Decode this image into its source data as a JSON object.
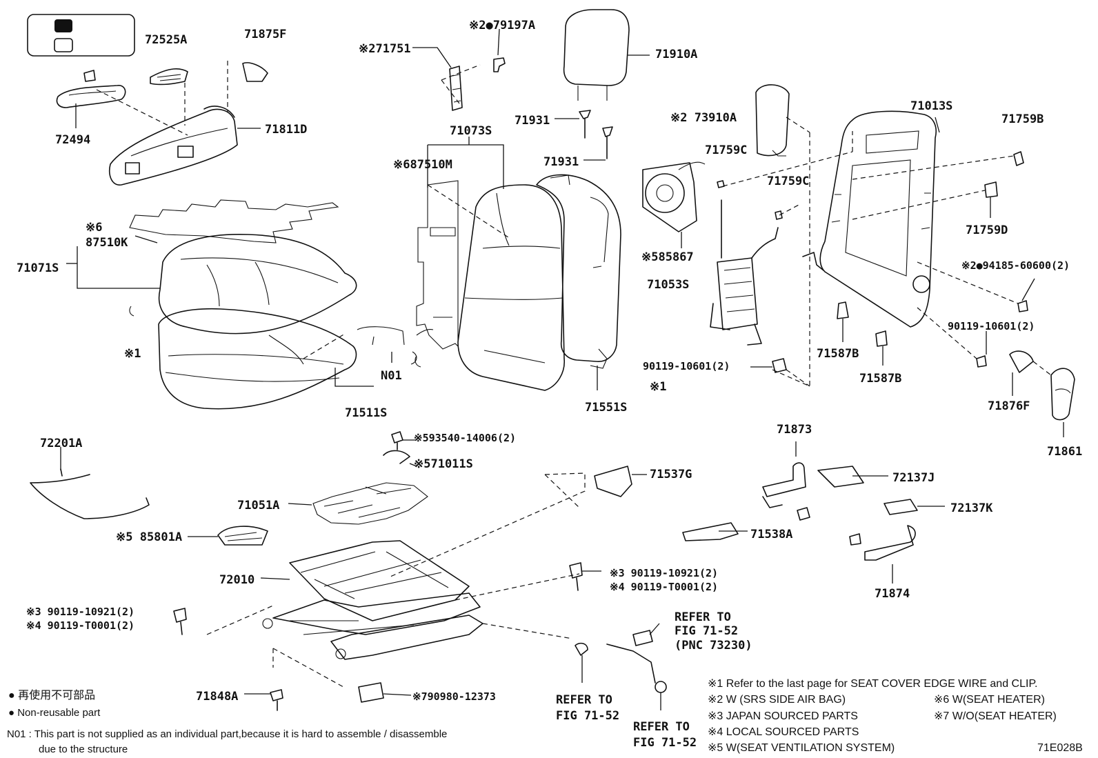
{
  "parts": {
    "p72525A": "72525A",
    "p71875F": "71875F",
    "p72494": "72494",
    "p71811D": "71811D",
    "p79197A": "※2●79197A",
    "p71751": "※271751",
    "p71910A": "71910A",
    "p71073S": "71073S",
    "p87510M": "※687510M",
    "p71931a": "71931",
    "p71931b": "71931",
    "p73910A": "※2 73910A",
    "p71013S": "71013S",
    "p71759B": "71759B",
    "p71759Ca": "71759C",
    "p71759Cb": "71759C",
    "p71759D": "71759D",
    "p87510K1": "※6",
    "p87510K": "87510K",
    "p71071S": "71071S",
    "p85867": "※585867",
    "p71053S": "71053S",
    "p94185": "※2●94185-60600(2)",
    "p90119a": "90119-10601(2)",
    "p90119b": "90119-10601(2)",
    "p71587Ba": "71587B",
    "p71587Bb": "71587B",
    "p71876F": "71876F",
    "p71861": "71861",
    "pN01": "N01",
    "p71511S": "71511S",
    "p71551S": "71551S",
    "pX1a": "※1",
    "pX1b": "※1",
    "p72201A": "72201A",
    "p93540": "※593540-14006(2)",
    "p71011S": "※571011S",
    "p71537G": "71537G",
    "p71873": "71873",
    "p72137J": "72137J",
    "p72137K": "72137K",
    "p71051A": "71051A",
    "p85801A": "※5 85801A",
    "p71538A": "71538A",
    "p72010": "72010",
    "p90119c3": "※3 90119-10921(2)",
    "p90119c4": "※4 90119-T0001(2)",
    "p90119d3": "※3 90119-10921(2)",
    "p90119d4": "※4 90119-T0001(2)",
    "p71874": "71874",
    "refer1a": "REFER TO",
    "refer1b": "FIG 71-52",
    "refer1c": "(PNC 73230)",
    "refer2a": "REFER TO",
    "refer2b": "FIG 71-52",
    "refer3a": "REFER TO",
    "refer3b": "FIG 71-52",
    "p71848A": "71848A",
    "p90980": "※790980-12373"
  },
  "legend": {
    "nonreusable_jp": "● 再使用不可部品",
    "nonreusable_en": "● Non-reusable part",
    "n01_line1": "N01 : This part is not supplied as an individual part,because it is hard to assemble / disassemble",
    "n01_line2": "due to the structure"
  },
  "notes": {
    "n1": "※1  Refer to the last page for SEAT COVER EDGE WIRE and CLIP.",
    "n2": "※2  W (SRS SIDE AIR BAG)",
    "n3": "※3  JAPAN SOURCED PARTS",
    "n4": "※4  LOCAL SOURCED PARTS",
    "n5": "※5  W(SEAT VENTILATION SYSTEM)",
    "n6": "※6  W(SEAT HEATER)",
    "n7": "※7  W/O(SEAT HEATER)"
  },
  "figure_code": "71E028B"
}
